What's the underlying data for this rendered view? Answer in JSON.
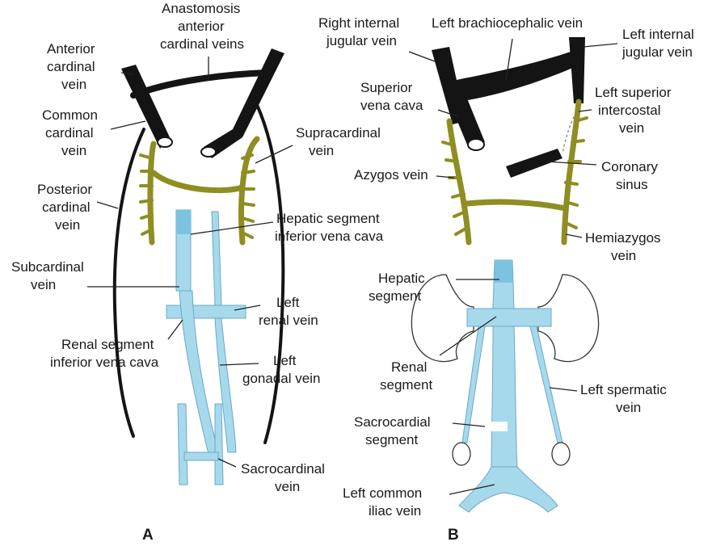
{
  "colors": {
    "cardinal_vein": "#141414",
    "supracardinal_vein": "#8e8e22",
    "ivc": "#a7d9ec",
    "background": "#ffffff"
  },
  "panel_a": {
    "panel_label": "A",
    "labels": {
      "anastomosis_1": "Anastomosis",
      "anastomosis_2": "anterior",
      "anastomosis_3": "cardinal veins",
      "anterior_cardinal_1": "Anterior",
      "anterior_cardinal_2": "cardinal",
      "anterior_cardinal_3": "vein",
      "common_cardinal_1": "Common",
      "common_cardinal_2": "cardinal",
      "common_cardinal_3": "vein",
      "supracardinal_1": "Supracardinal",
      "supracardinal_2": "vein",
      "posterior_cardinal_1": "Posterior",
      "posterior_cardinal_2": "cardinal",
      "posterior_cardinal_3": "vein",
      "hepatic_segment_1": "Hepatic segment",
      "hepatic_segment_2": "inferior vena cava",
      "subcardinal_1": "Subcardinal",
      "subcardinal_2": "vein",
      "left_renal_1": "Left",
      "left_renal_2": "renal vein",
      "renal_segment_1": "Renal segment",
      "renal_segment_2": "inferior vena cava",
      "left_gonadal_1": "Left",
      "left_gonadal_2": "gonadal vein",
      "sacrocardinal_1": "Sacrocardinal",
      "sacrocardinal_2": "vein"
    }
  },
  "panel_b": {
    "panel_label": "B",
    "labels": {
      "right_ij_1": "Right internal",
      "right_ij_2": "jugular vein",
      "left_brachio": "Left brachiocephalic vein",
      "left_ij_1": "Left internal",
      "left_ij_2": "jugular vein",
      "svc_1": "Superior",
      "svc_2": "vena cava",
      "left_sup_ic_1": "Left superior",
      "left_sup_ic_2": "intercostal",
      "left_sup_ic_3": "vein",
      "azygos": "Azygos vein",
      "coronary_1": "Coronary",
      "coronary_2": "sinus",
      "hemiazygos_1": "Hemiazygos",
      "hemiazygos_2": "vein",
      "hepatic_1": "Hepatic",
      "hepatic_2": "segment",
      "renal_1": "Renal",
      "renal_2": "segment",
      "left_spermatic_1": "Left spermatic",
      "left_spermatic_2": "vein",
      "sacrocardial_1": "Sacrocardial",
      "sacrocardial_2": "segment",
      "left_common_iliac_1": "Left common",
      "left_common_iliac_2": "iliac vein"
    }
  }
}
